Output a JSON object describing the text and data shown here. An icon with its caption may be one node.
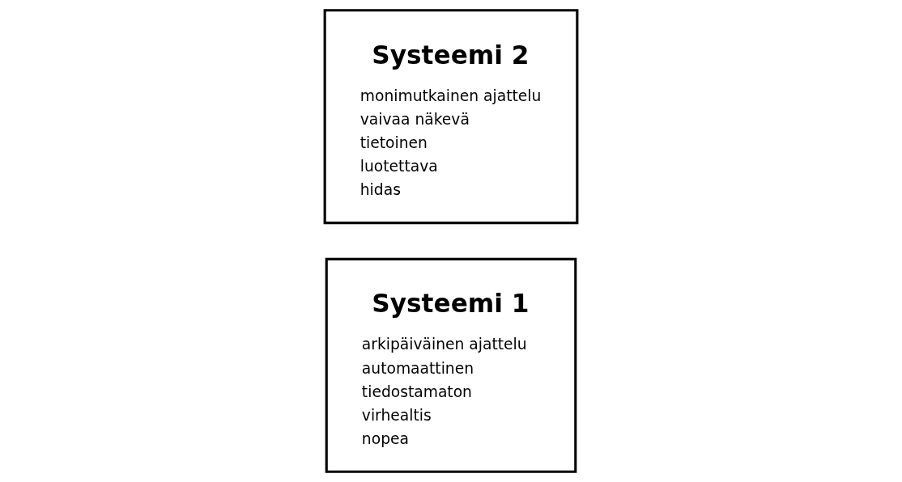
{
  "diagram": {
    "nodes": [
      {
        "text": [
          "Systeemi 1",
          "arkipäiväinen ajattelu",
          "automaattinen",
          "tiedostamaton",
          "virhealtis",
          "nopea"
        ]
      },
      {
        "text": [
          "Systeemi 2",
          "monimutkainen ajattelu",
          "vaivaa näkevä",
          "tietoinen",
          "luotettava",
          "hidas"
        ]
      }
    ],
    "edges": []
  }
}
